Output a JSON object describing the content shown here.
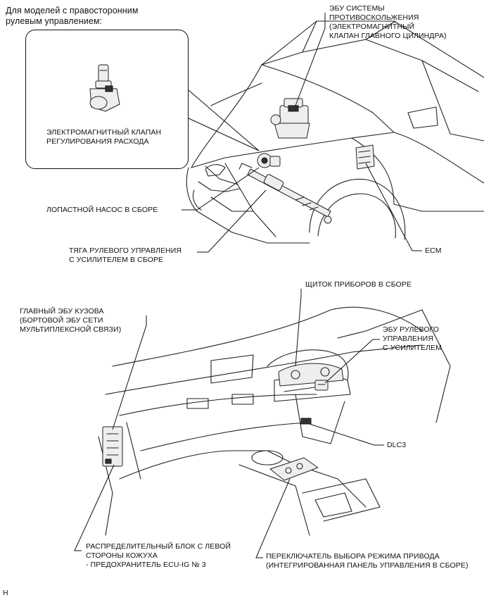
{
  "rhd_note": "Для моделей с правосторонним\nрулевым управлением:",
  "labels": {
    "abs_ecu": "ЭБУ СИСТЕМЫ\nПРОТИВОСКОЛЬЖЕНИЯ\n(ЭЛЕКТРОМАГНИТНЫЙ\nКЛАПАН ГЛАВНОГО ЦИЛИНДРА)",
    "flow_valve": "ЭЛЕКТРОМАГНИТНЫЙ КЛАПАН\nРЕГУЛИРОВАНИЯ РАСХОДА",
    "vane_pump": "ЛОПАСТНОЙ НАСОС В СБОРЕ",
    "steering_link": "ТЯГА РУЛЕВОГО УПРАВЛЕНИЯ\nС УСИЛИТЕЛЕМ В СБОРЕ",
    "ecm": "ECM",
    "combination_meter": "ЩИТОК ПРИБОРОВ В СБОРЕ",
    "main_body_ecu": "ГЛАВНЫЙ ЭБУ КУЗОВА\n(БОРТОВОЙ ЭБУ СЕТИ\nМУЛЬТИПЛЕКСНОЙ СВЯЗИ)",
    "ps_ecu": "ЭБУ РУЛЕВОГО\nУПРАВЛЕНИЯ\nС УСИЛИТЕЛЕМ",
    "dlc3": "DLC3",
    "junction_block": "РАСПРЕДЕЛИТЕЛЬНЫЙ БЛОК С ЛЕВОЙ\nСТОРОНЫ КОЖУХА\n- ПРЕДОХРАНИТЕЛЬ ECU-IG № 3",
    "drive_mode_switch": "ПЕРЕКЛЮЧАТЕЛЬ ВЫБОРА РЕЖИМА ПРИВОДА\n(ИНТЕГРИРОВАННАЯ ПАНЕЛЬ УПРАВЛЕНИЯ В СБОРЕ)"
  },
  "figure_code": "H"
}
